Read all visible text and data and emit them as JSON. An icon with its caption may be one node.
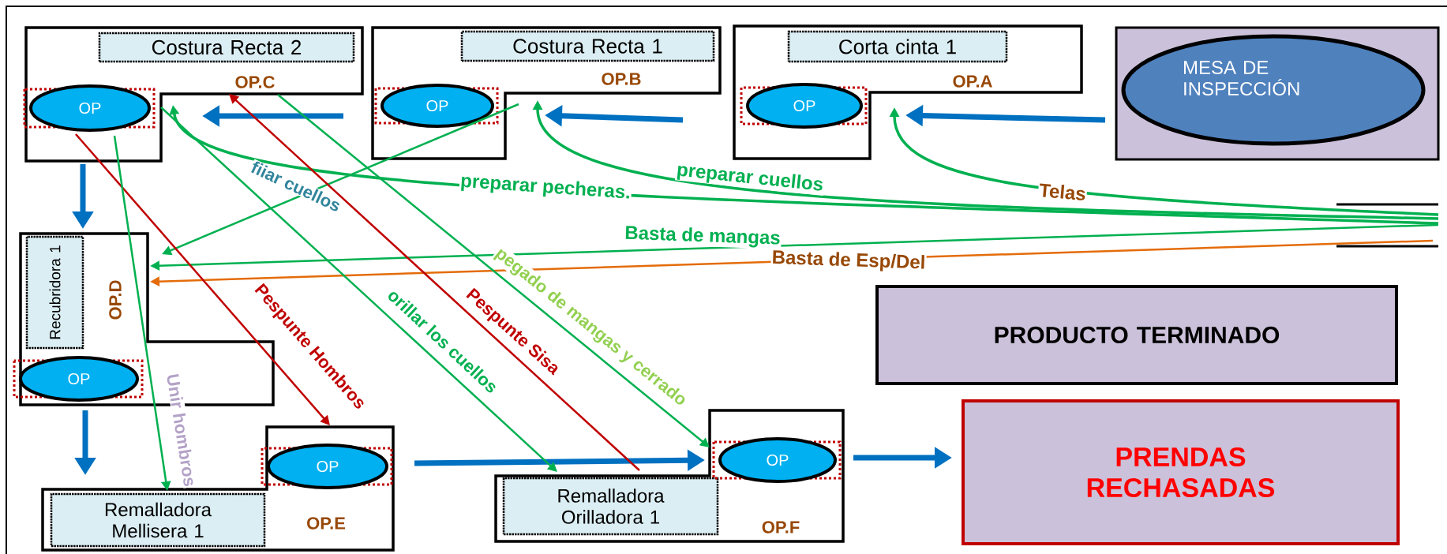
{
  "diagram": {
    "nodes": [
      {
        "text": [
          "OP.C"
        ]
      },
      {
        "text": [
          "Costura Recta 2"
        ],
        "in": 0
      },
      {
        "text": [
          "OP"
        ],
        "in": 0
      },
      {
        "text": [
          "OP.B"
        ]
      },
      {
        "text": [
          "Costura Recta 1"
        ],
        "in": 3
      },
      {
        "text": [
          "OP"
        ],
        "in": 3
      },
      {
        "text": [
          "OP.A"
        ]
      },
      {
        "text": [
          "Corta cinta 1"
        ],
        "in": 6
      },
      {
        "text": [
          "OP"
        ],
        "in": 6
      },
      {
        "text": [],
        "shape": "box"
      },
      {
        "text": [
          "MESA DE INSPECCIÓN"
        ],
        "in": 9
      },
      {
        "text": [],
        "shape": "lines"
      },
      {
        "text": [
          "OP.D"
        ]
      },
      {
        "text": [
          "Recubridora 1"
        ],
        "in": 12
      },
      {
        "text": [
          "OP"
        ],
        "in": 12
      },
      {
        "text": [
          "PRODUCTO TERMINADO"
        ]
      },
      {
        "text": [
          "OP.E"
        ]
      },
      {
        "text": [
          "Remalladora Mellisera 1"
        ],
        "in": 16
      },
      {
        "text": [
          "OP"
        ],
        "in": 16
      },
      {
        "text": [
          "OP.F"
        ]
      },
      {
        "text": [
          "Remalladora Orilladora 1"
        ],
        "in": 19
      },
      {
        "text": [
          "OP"
        ],
        "in": 19
      },
      {
        "text": [
          "PRENDAS RECHASADAS"
        ]
      }
    ],
    "edges": [
      {
        "from": 9,
        "to": 6,
        "arrow": "to",
        "style": "thick",
        "color": "#0070c0"
      },
      {
        "from": 6,
        "to": 3,
        "arrow": "to",
        "style": "thick",
        "color": "#0070c0"
      },
      {
        "from": 3,
        "to": 0,
        "arrow": "to",
        "style": "thick",
        "color": "#0070c0"
      },
      {
        "from": 0,
        "to": 12,
        "arrow": "to",
        "style": "thick",
        "color": "#0070c0"
      },
      {
        "from": 12,
        "to": 16,
        "arrow": "to",
        "style": "thick",
        "color": "#0070c0"
      },
      {
        "from": 16,
        "to": 19,
        "arrow": "to",
        "style": "thick",
        "color": "#0070c0"
      },
      {
        "from": 19,
        "to": 22,
        "arrow": "to",
        "style": "thick",
        "color": "#0070c0"
      },
      {
        "from": 11,
        "to": 6,
        "arrow": "to",
        "label": "Telas"
      },
      {
        "from": 11,
        "to": 3,
        "arrow": "to",
        "label": "preparar cuellos"
      },
      {
        "from": 11,
        "to": 0,
        "arrow": "to",
        "label": "preparar pecheras."
      },
      {
        "from": 11,
        "to": 12,
        "arrow": "to",
        "label": "Basta de mangas"
      },
      {
        "from": 11,
        "to": 12,
        "arrow": "to",
        "label": "Basta de Esp/Del",
        "color": "#e46c0a"
      },
      {
        "from": 3,
        "to": 12,
        "arrow": "to",
        "label": "fiiar cuellos"
      },
      {
        "from": 0,
        "to": 19,
        "arrow": "to",
        "label": "pegado de mangas y cerrado"
      },
      {
        "from": 0,
        "to": 20,
        "arrow": "to",
        "label": "orillar los cuellos"
      },
      {
        "from": 20,
        "to": 0,
        "arrow": "to",
        "label": "Pespunte Sisa",
        "color": "#c00000"
      },
      {
        "from": 2,
        "to": 16,
        "arrow": "to",
        "label": "Pespunte Hombros",
        "color": "#c00000"
      },
      {
        "from": 2,
        "to": 17,
        "arrow": "to",
        "label": "Unir hombros"
      }
    ]
  }
}
